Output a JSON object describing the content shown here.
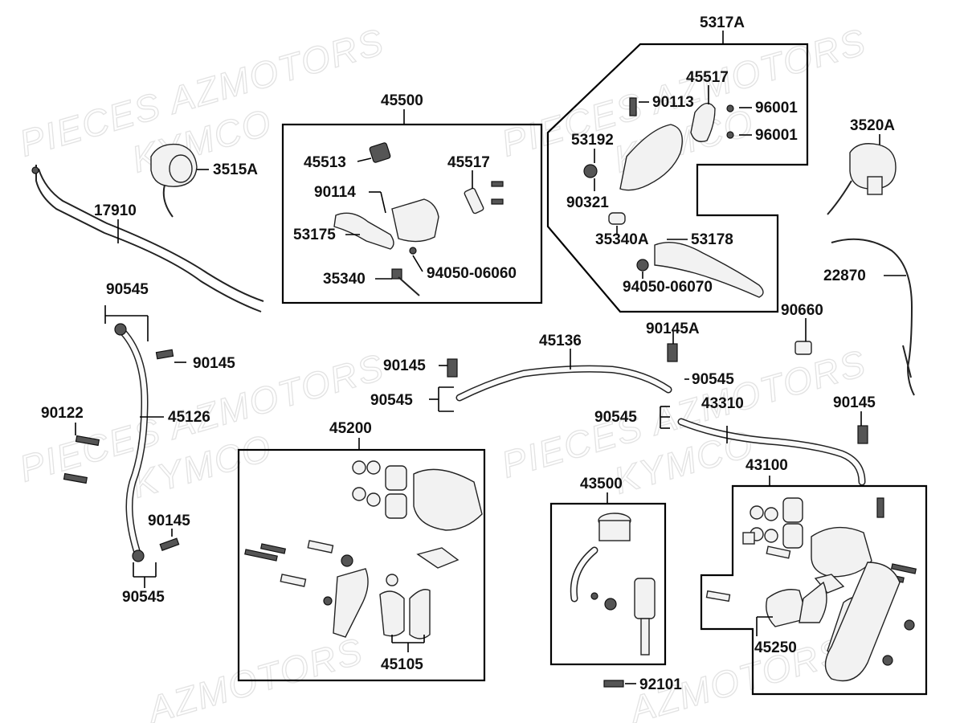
{
  "watermarks": [
    {
      "text": "PIECES AZMOTORS"
    },
    {
      "text": "KYMCO"
    },
    {
      "text": "PIECES AZMOTORS"
    },
    {
      "text": "KYMCO"
    },
    {
      "text": "PIECES AZMOTORS"
    },
    {
      "text": "KYMCO"
    },
    {
      "text": "PIECES AZMOTORS"
    },
    {
      "text": "KYMCO"
    },
    {
      "text": "AZMOTORS"
    },
    {
      "text": "AZMOTORS"
    }
  ],
  "labels": {
    "l5317A": "5317A",
    "l45517a": "45517",
    "l90113": "90113",
    "l96001a": "96001",
    "l96001b": "96001",
    "l53192": "53192",
    "l90321": "90321",
    "l35340A": "35340A",
    "l53178": "53178",
    "l94050_06070": "94050-06070",
    "l45500": "45500",
    "l45513": "45513",
    "l45517b": "45517",
    "l90114": "90114",
    "l53175": "53175",
    "l94050_06060": "94050-06060",
    "l35340": "35340",
    "l3515A": "3515A",
    "l17910": "17910",
    "l3520A": "3520A",
    "l22870": "22870",
    "l90660": "90660",
    "l90545a": "90545",
    "l90145a": "90145",
    "l45126": "45126",
    "l90122": "90122",
    "l90145b": "90145",
    "l90545b": "90545",
    "l45136": "45136",
    "l90145A": "90145A",
    "l90145c": "90145",
    "l90545c": "90545",
    "l90545d": "90545",
    "l43310": "43310",
    "l90545e": "90545",
    "l90145d": "90145",
    "l45200": "45200",
    "l45105": "45105",
    "l43500": "43500",
    "l43100": "43100",
    "l45250": "45250",
    "l92101": "92101"
  }
}
